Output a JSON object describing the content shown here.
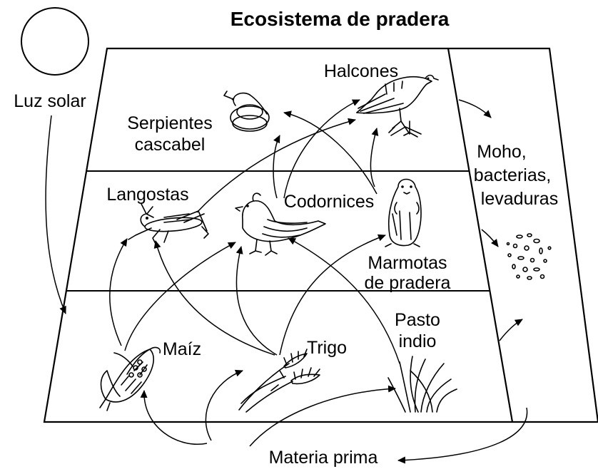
{
  "title": "Ecosistema de pradera",
  "sun": {
    "label": "Luz solar"
  },
  "decomposers": {
    "line1": "Moho,",
    "line2": "bacterias,",
    "line3": "levaduras"
  },
  "raw_material": "Materia prima",
  "top_level": {
    "hawks": "Halcones",
    "snakes_line1": "Serpientes",
    "snakes_line2": "cascabel"
  },
  "middle_level": {
    "grasshoppers": "Langostas",
    "quail": "Codornices",
    "prairie_dogs_line1": "Marmotas",
    "prairie_dogs_line2": "de pradera"
  },
  "bottom_level": {
    "corn": "Maíz",
    "wheat": "Trigo",
    "grass_line1": "Pasto",
    "grass_line2": "indio"
  }
}
